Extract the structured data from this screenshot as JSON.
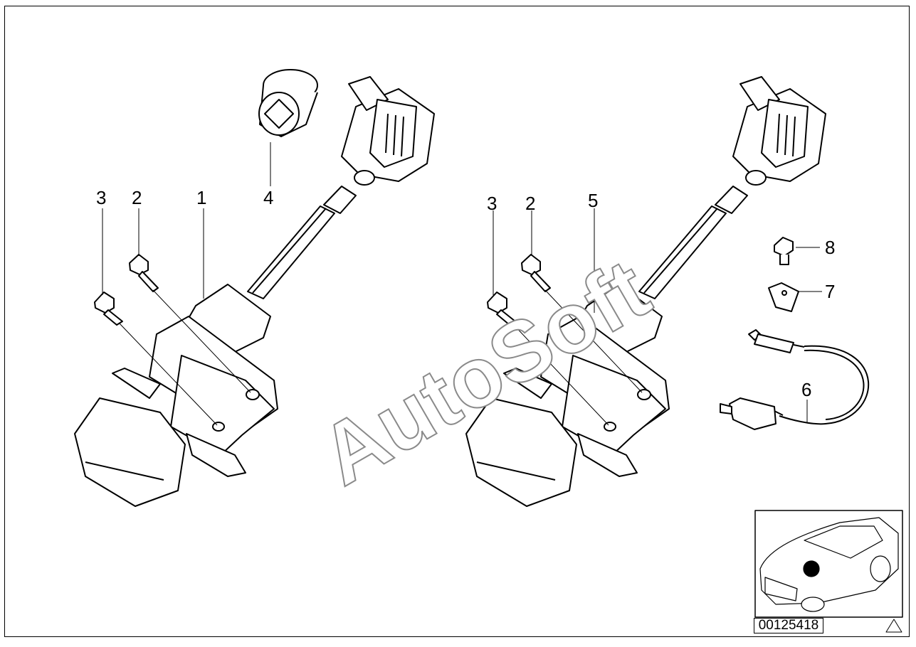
{
  "diagram": {
    "callouts": {
      "left_3": "3",
      "left_2": "2",
      "left_1": "1",
      "left_4": "4",
      "right_3": "3",
      "right_2": "2",
      "right_5": "5",
      "right_8": "8",
      "right_7": "7",
      "right_6": "6"
    },
    "part_number": "00125418",
    "watermark": "AutoSoft"
  },
  "colors": {
    "line": "#000000",
    "background": "#ffffff",
    "marker": "#000000"
  },
  "icons": {
    "corner": "warning-triangle-icon",
    "locator": "car-locator-icon"
  }
}
